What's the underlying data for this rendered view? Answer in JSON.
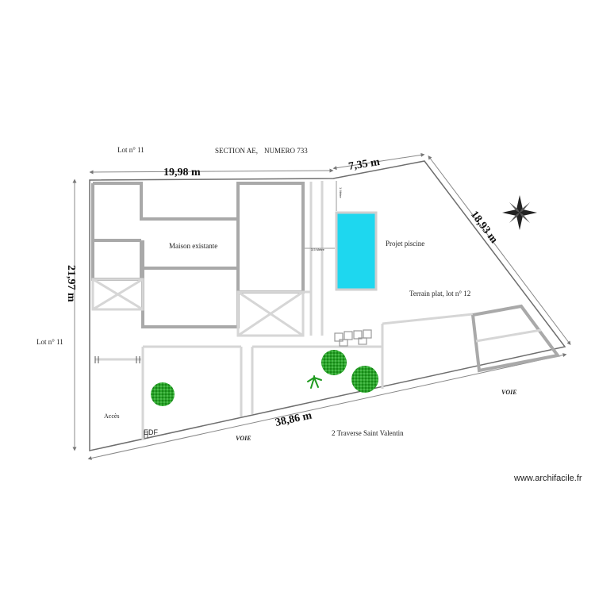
{
  "header": {
    "section": "SECTION AE,",
    "numero": "NUMERO 733",
    "lot_top": "Lot n° 11"
  },
  "labels": {
    "lot_left": "Lot n° 11",
    "maison": "Maison existante",
    "piscine": "Projet piscine",
    "terrain": "Terrain plat, lot n° 12",
    "acces": "Accès",
    "edf": "EDF",
    "voie_bottom": "VOIE",
    "voie_right": "VOIE",
    "address": "2 Traverse Saint Valentin",
    "dist_small_h": "3,5 Mètre",
    "dist_small_v": "1 Mètre"
  },
  "dimensions": {
    "top_left": "19,98 m",
    "top_right": "7,35 m",
    "right": "18,93 m",
    "left": "21,97 m",
    "bottom": "38,86 m"
  },
  "watermark": "www.archifacile.fr",
  "colors": {
    "wall": "#a9a9a9",
    "light_wall": "#d6d6d6",
    "boundary": "#6e6e6e",
    "pool": "#1ed7ef",
    "tree": "#1f9a1f",
    "tree_dark": "#0a6e0a"
  }
}
